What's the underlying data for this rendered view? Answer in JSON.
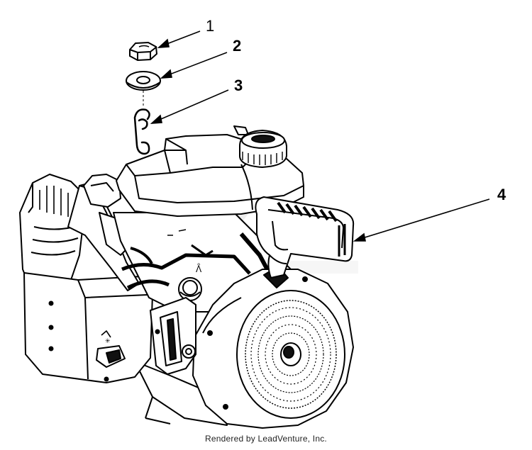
{
  "callouts": [
    {
      "number": "1"
    },
    {
      "number": "2"
    },
    {
      "number": "3"
    },
    {
      "number": "4"
    }
  ],
  "footer": {
    "text": "Rendered by LeadVenture, Inc."
  },
  "colors": {
    "line": "#000000",
    "fill": "#ffffff",
    "shade": "#1a1a1a",
    "watermark": "#e8e8e8"
  }
}
